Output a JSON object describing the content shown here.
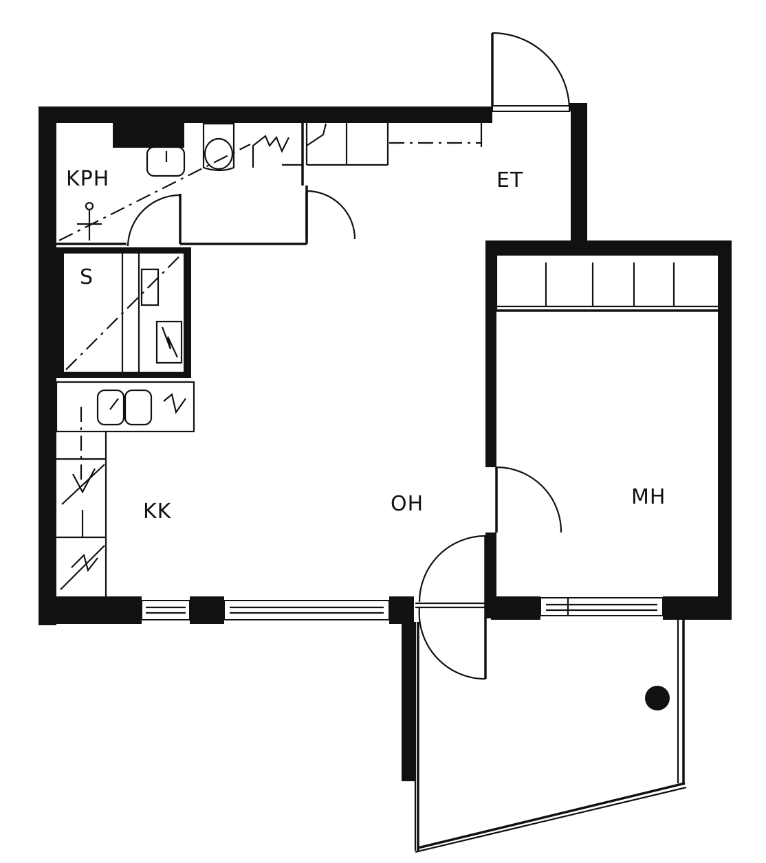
{
  "floorplan": {
    "rooms": [
      {
        "id": "kph",
        "label": "KPH"
      },
      {
        "id": "et",
        "label": "ET"
      },
      {
        "id": "s",
        "label": "S"
      },
      {
        "id": "kk",
        "label": "KK"
      },
      {
        "id": "oh",
        "label": "OH"
      },
      {
        "id": "mh",
        "label": "MH"
      }
    ]
  }
}
